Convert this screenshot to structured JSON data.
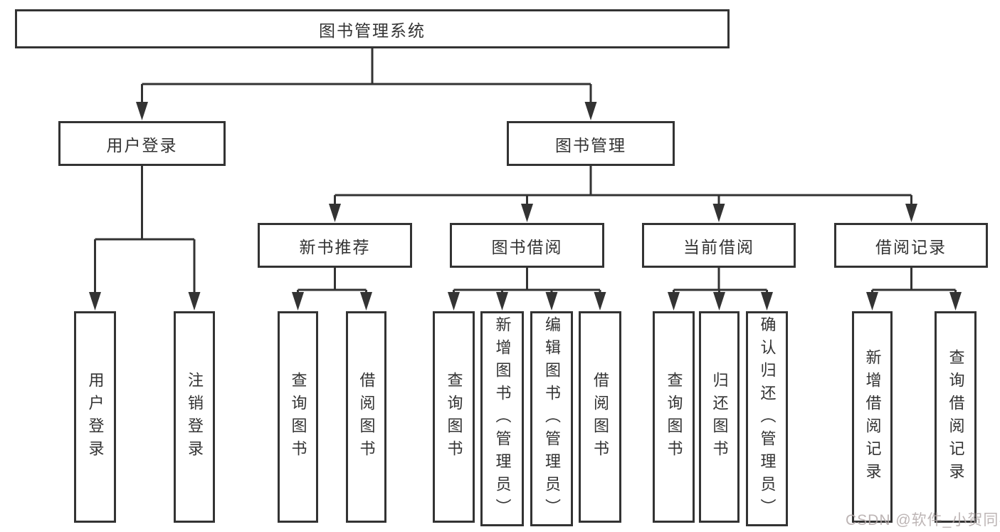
{
  "diagram": {
    "type": "hierarchy-tree",
    "colors": {
      "line": "#333333",
      "text": "#333333",
      "box_background": "#ffffff",
      "page_background": "#ffffff",
      "watermark": "#b2a8a8"
    },
    "tree": {
      "root": {
        "label": "图书管理系统"
      },
      "level2": [
        {
          "label": "用户登录",
          "parent": "图书管理系统"
        },
        {
          "label": "图书管理",
          "parent": "图书管理系统"
        }
      ],
      "level3": [
        {
          "label": "新书推荐",
          "parent": "图书管理"
        },
        {
          "label": "图书借阅",
          "parent": "图书管理"
        },
        {
          "label": "当前借阅",
          "parent": "图书管理"
        },
        {
          "label": "借阅记录",
          "parent": "图书管理"
        }
      ],
      "level4": [
        {
          "label": "用户登录",
          "parent": "用户登录"
        },
        {
          "label": "注销登录",
          "parent": "用户登录"
        },
        {
          "label": "查询图书",
          "parent": "新书推荐"
        },
        {
          "label": "借阅图书",
          "parent": "新书推荐"
        },
        {
          "label": "查询图书",
          "parent": "图书借阅"
        },
        {
          "label": "新增图书（管理员）",
          "parent": "图书借阅"
        },
        {
          "label": "编辑图书（管理员）",
          "parent": "图书借阅"
        },
        {
          "label": "借阅图书",
          "parent": "图书借阅"
        },
        {
          "label": "查询图书",
          "parent": "当前借阅"
        },
        {
          "label": "归还图书",
          "parent": "当前借阅"
        },
        {
          "label": "确认归还（管理员）",
          "parent": "当前借阅"
        },
        {
          "label": "新增借阅记录",
          "parent": "借阅记录"
        },
        {
          "label": "查询借阅记录",
          "parent": "借阅记录"
        }
      ]
    }
  },
  "watermark": {
    "text": "CSDN @软件_小贺同学"
  }
}
